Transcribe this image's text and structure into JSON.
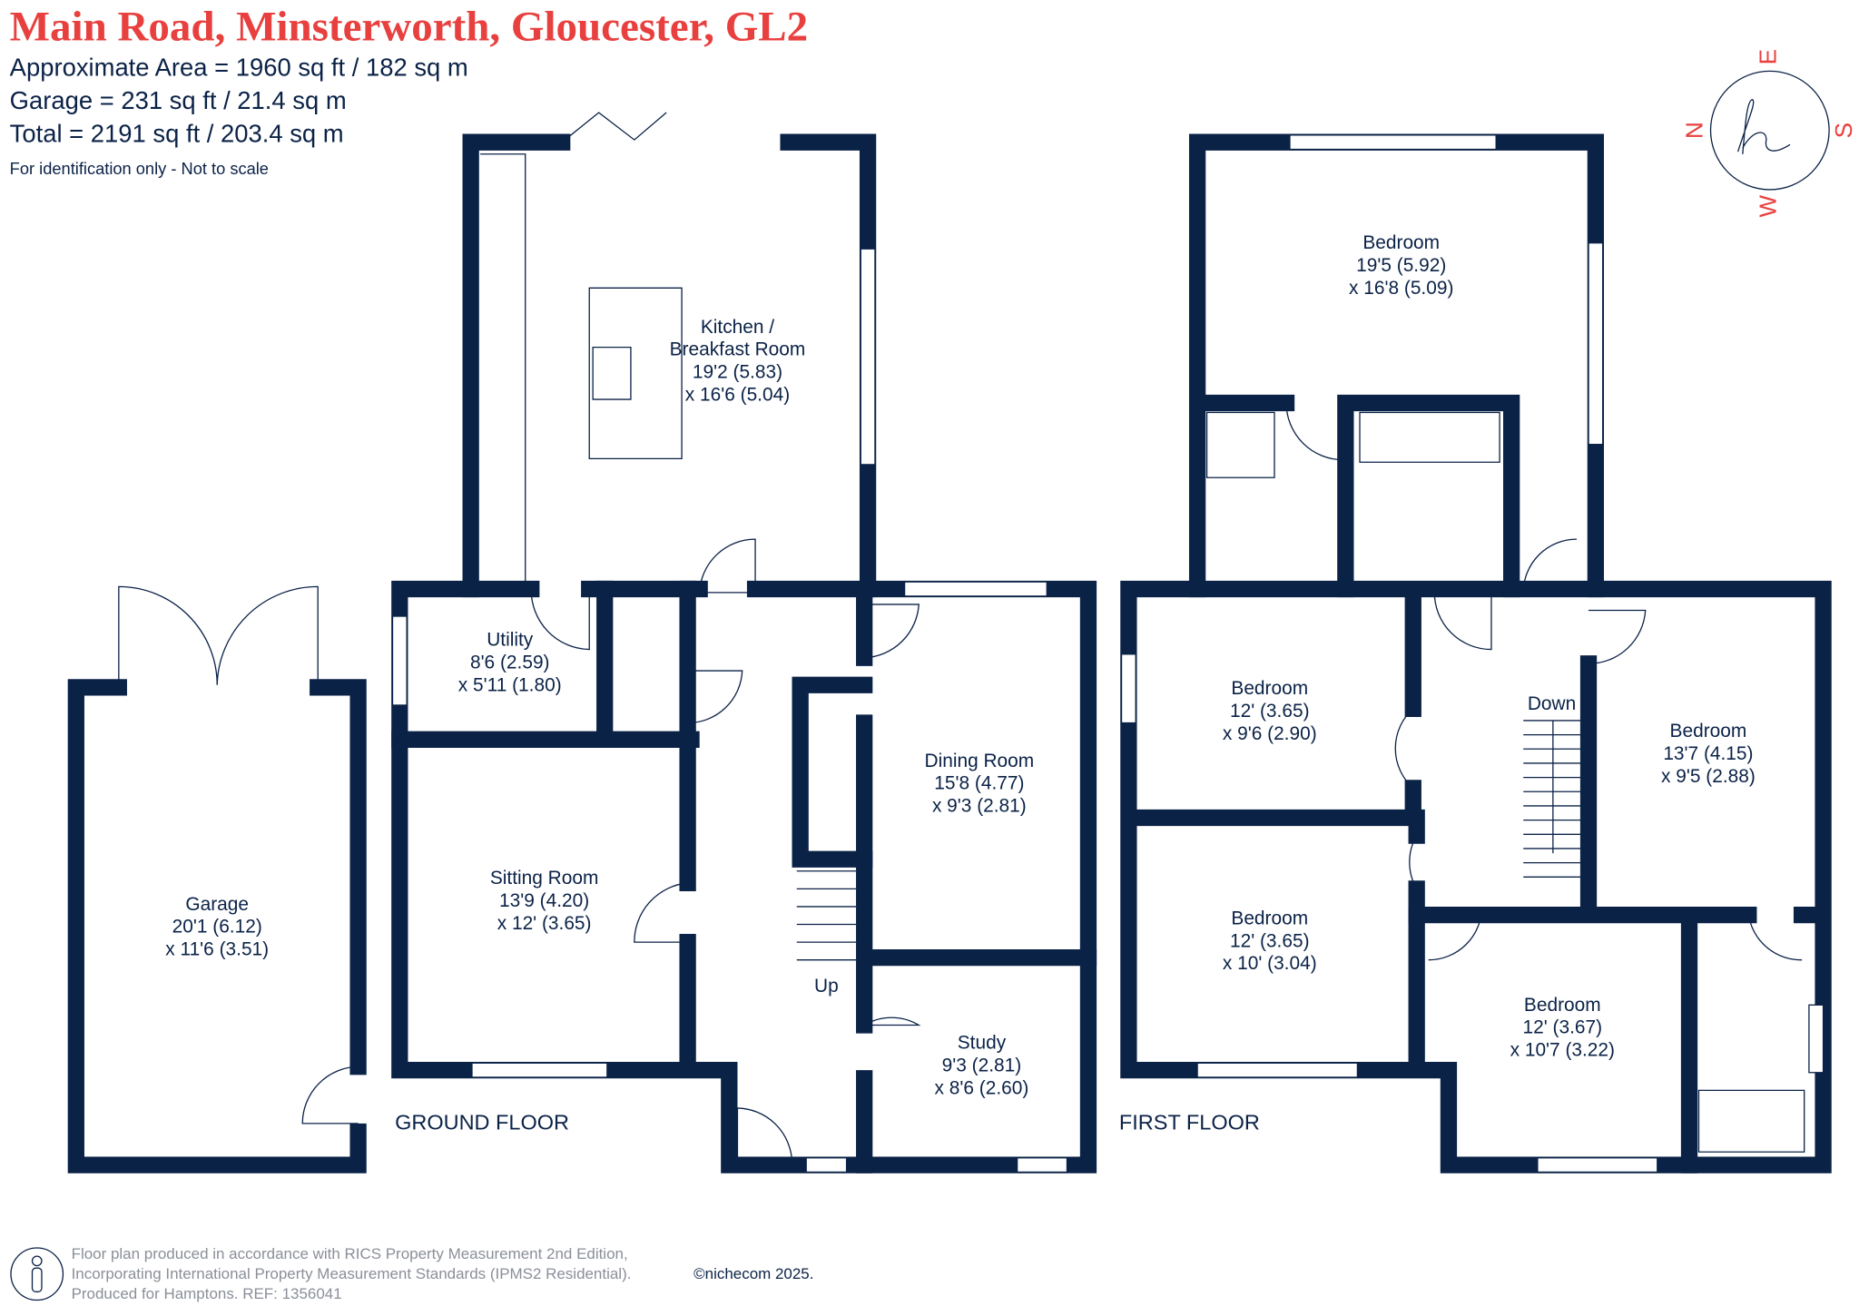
{
  "colors": {
    "wall": "#0b2247",
    "title": "#e8403f",
    "footer_text": "#8a8f98"
  },
  "header": {
    "title": "Main Road, Minsterworth, Gloucester, GL2",
    "areas": [
      "Approximate Area = 1960 sq ft / 182 sq m",
      "Garage = 231 sq ft / 21.4 sq m",
      "Total = 2191 sq ft / 203.4 sq m"
    ],
    "note": "For identification only - Not to scale"
  },
  "compass": {
    "north": "N",
    "east": "E",
    "south": "S",
    "west": "W",
    "logo_letter": "h"
  },
  "floors": {
    "ground": "GROUND FLOOR",
    "first": "FIRST FLOOR"
  },
  "stairs": {
    "up": "Up",
    "down": "Down"
  },
  "rooms": [
    {
      "lines": [
        "Kitchen /",
        "Breakfast Room",
        "19'2 (5.83)",
        "x 16'6 (5.04)"
      ]
    },
    {
      "lines": [
        "Utility",
        "8'6 (2.59)",
        "x 5'11 (1.80)"
      ]
    },
    {
      "lines": [
        "Sitting Room",
        "13'9 (4.20)",
        "x 12' (3.65)"
      ]
    },
    {
      "lines": [
        "Dining Room",
        "15'8 (4.77)",
        "x 9'3 (2.81)"
      ]
    },
    {
      "lines": [
        "Study",
        "9'3 (2.81)",
        "x 8'6 (2.60)"
      ]
    },
    {
      "lines": [
        "Garage",
        "20'1 (6.12)",
        "x 11'6 (3.51)"
      ]
    },
    {
      "lines": [
        "Bedroom",
        "19'5 (5.92)",
        "x 16'8 (5.09)"
      ]
    },
    {
      "lines": [
        "Bedroom",
        "12' (3.65)",
        "x 9'6 (2.90)"
      ]
    },
    {
      "lines": [
        "Bedroom",
        "13'7 (4.15)",
        "x 9'5 (2.88)"
      ]
    },
    {
      "lines": [
        "Bedroom",
        "12' (3.65)",
        "x 10' (3.04)"
      ]
    },
    {
      "lines": [
        "Bedroom",
        "12' (3.67)",
        "x 10'7 (3.22)"
      ]
    }
  ],
  "footer": {
    "lines": [
      "Floor plan produced in accordance with RICS Property Measurement 2nd Edition,",
      "Incorporating International Property Measurement Standards (IPMS2 Residential).",
      "Produced for Hamptons.  REF:  1356041"
    ],
    "copyright": "©nichecom 2025."
  }
}
